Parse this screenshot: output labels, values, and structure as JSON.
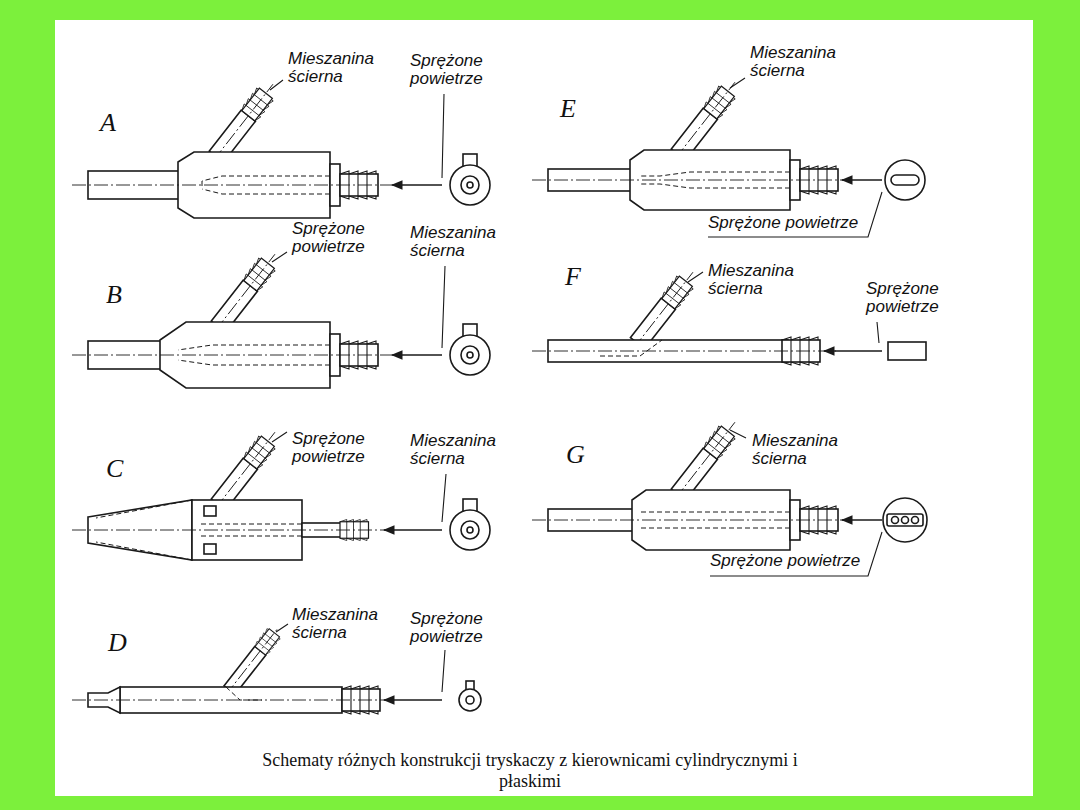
{
  "diagram": {
    "caption": "Schematy różnych konstrukcji tryskaczy z kierownicami cylindrycznymi i płaskimi",
    "labels": [
      "A",
      "Mieszanina ścierna",
      "Sprężone powietrze",
      "E",
      "Mieszanina ścierna",
      "Sprężone powietrze",
      "B",
      "Sprężone powietrze",
      "Mieszanina ścierna",
      "F",
      "Mieszanina ścierna",
      "Sprężone powietrze",
      "C",
      "Sprężone powietrze",
      "Mieszanina ścierna",
      "G",
      "Mieszanina ścierna",
      "Sprężone powietrze",
      "D",
      "Mieszanina ścierna",
      "Sprężone powietrze"
    ]
  }
}
